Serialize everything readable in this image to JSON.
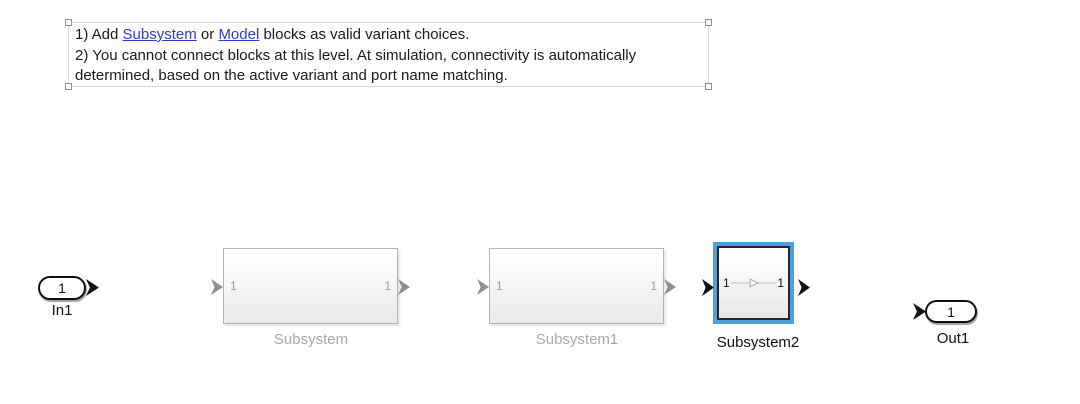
{
  "annotation": {
    "line1_prefix": "1) Add ",
    "link_subsystem": "Subsystem",
    "line1_mid": " or ",
    "link_model": "Model",
    "line1_suffix": " blocks as valid variant choices.",
    "line2": "2) You cannot connect blocks at this level. At simulation, connectivity is automatically",
    "line3": "determined, based on the active variant and port name matching."
  },
  "blocks": {
    "in1": {
      "port_number": "1",
      "label": "In1"
    },
    "subsystem": {
      "label": "Subsystem",
      "in_port": "1",
      "out_port": "1"
    },
    "subsystem1": {
      "label": "Subsystem1",
      "in_port": "1",
      "out_port": "1"
    },
    "subsystem2": {
      "label": "Subsystem2",
      "in_port": "1",
      "out_port": "1"
    },
    "out1": {
      "port_number": "1",
      "label": "Out1"
    }
  },
  "colors": {
    "selection_blue": "#4f9fdd",
    "link_blue": "#2b3cd6",
    "inactive_gray": "#a8a8a8",
    "block_border_gray": "#b3b3b3",
    "canvas_background": "#ffffff"
  }
}
